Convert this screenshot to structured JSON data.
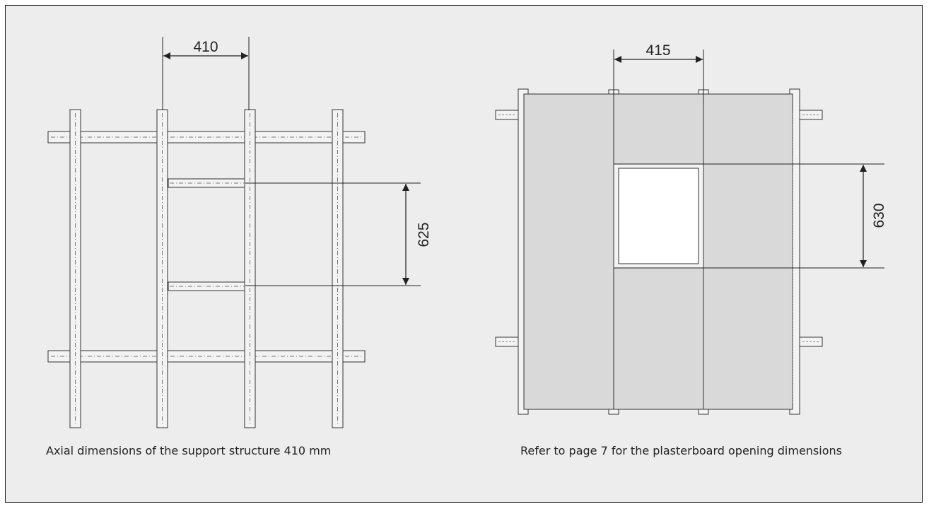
{
  "left_diagram": {
    "horizontal_dimension": "410",
    "vertical_dimension": "625",
    "caption": "Axial dimensions of the support structure 410 mm"
  },
  "right_diagram": {
    "horizontal_dimension": "415",
    "vertical_dimension": "630",
    "caption": "Refer to page 7 for the plasterboard opening dimensions"
  },
  "colors": {
    "background": "#ededed",
    "board_fill": "#d9d9d9",
    "line": "#222222",
    "stud_fill": "#f3f3f3"
  }
}
